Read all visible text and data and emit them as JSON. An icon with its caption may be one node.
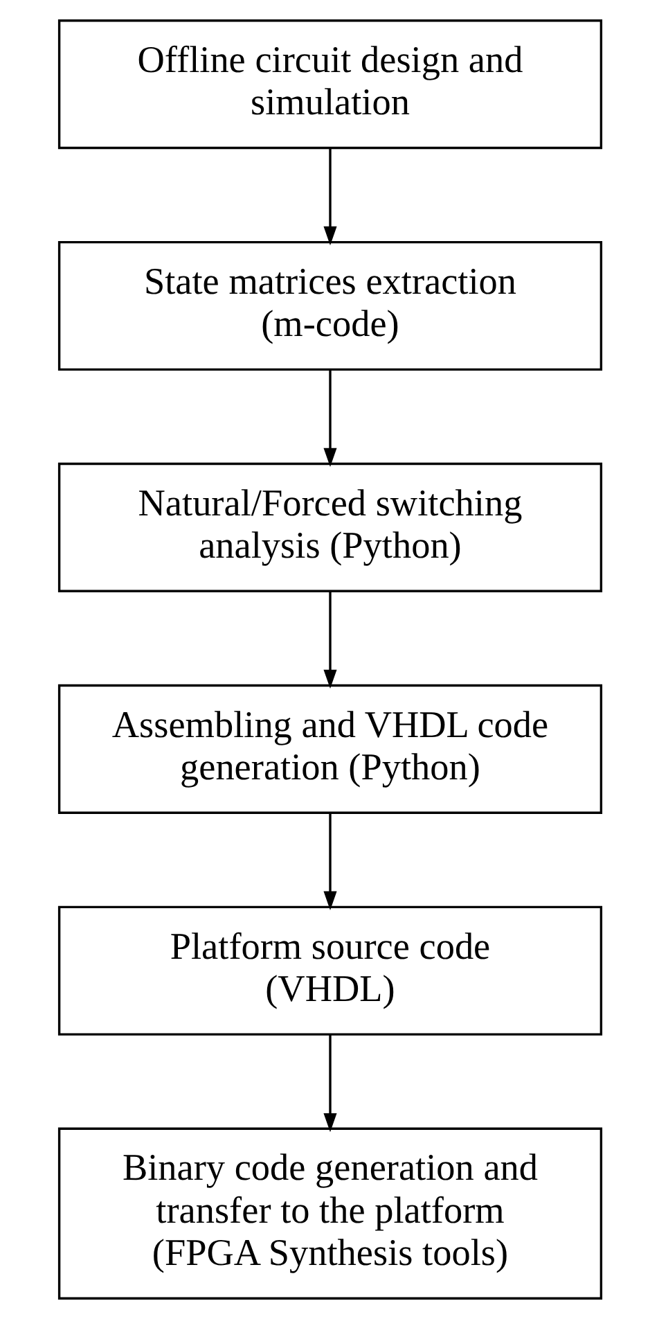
{
  "diagram": {
    "nodes": [
      {
        "text": [
          "Offline circuit design and simulation"
        ]
      },
      {
        "text": [
          "State matrices extraction (m-code)"
        ]
      },
      {
        "text": [
          "Natural/Forced switching analysis (Python)"
        ]
      },
      {
        "text": [
          "Assembling and VHDL code generation (Python)"
        ]
      },
      {
        "text": [
          "Platform source code (VHDL)"
        ]
      },
      {
        "text": [
          "Binary code generation and transfer to the platform (FPGA Synthesis tools)"
        ]
      }
    ],
    "edges": [
      {
        "from": 0,
        "to": 1,
        "arrow": "to"
      },
      {
        "from": 1,
        "to": 2,
        "arrow": "to"
      },
      {
        "from": 2,
        "to": 3,
        "arrow": "to"
      },
      {
        "from": 3,
        "to": 4,
        "arrow": "to"
      },
      {
        "from": 4,
        "to": 5,
        "arrow": "to"
      }
    ]
  }
}
